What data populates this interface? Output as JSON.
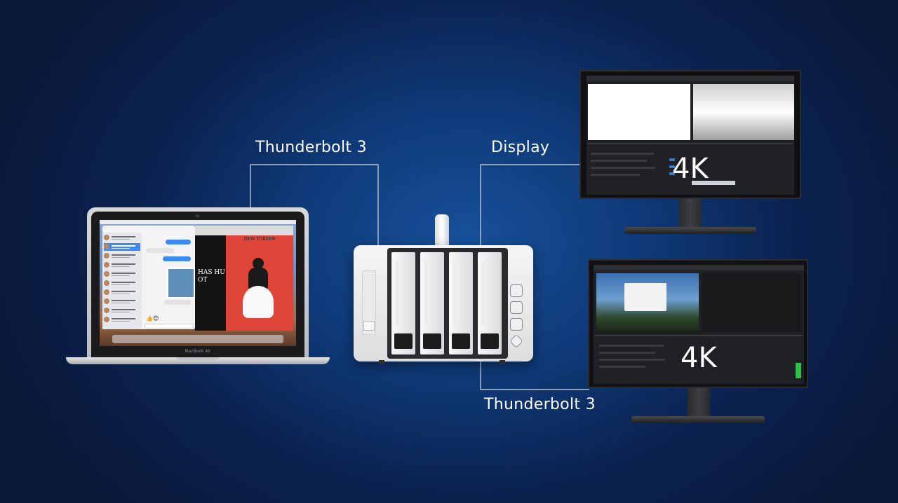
{
  "labels": {
    "laptop_link": "Thunderbolt 3",
    "display_link": "Display",
    "monitor_link": "Thunderbolt 3"
  },
  "monitors": {
    "top": {
      "resolution": "4K"
    },
    "bottom": {
      "resolution": "4K"
    }
  },
  "laptop": {
    "brand": "MacBook Air",
    "article_text": "HAS HU OT",
    "magazine": "NEW YORKER"
  },
  "colors": {
    "background_center": "#17509a",
    "background_edge": "#0a1838",
    "connector_line": "#d8dce4",
    "label_text": "#ffffff"
  },
  "icons": [
    "hdd-icon",
    "database-icon",
    "thumbs-up-icon",
    "diamond-icon"
  ]
}
